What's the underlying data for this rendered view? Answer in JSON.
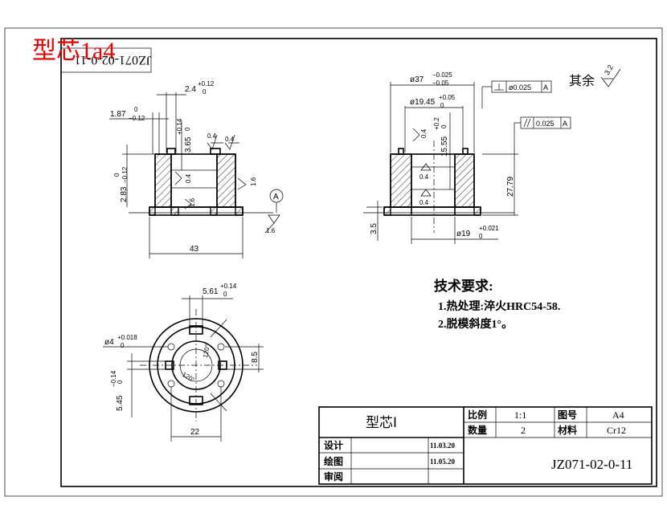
{
  "stamp": "型芯1a4",
  "rotated_code": "JZ071-02-0-11",
  "roughness_other": {
    "label": "其余",
    "value": "3.2"
  },
  "left_view": {
    "dim_24": "2.4",
    "dim_24_tol_up": "+0.12",
    "dim_24_tol_low": "0",
    "dim_187": "1.87",
    "dim_187_tol_up": "0",
    "dim_187_tol_low": "−0.12",
    "dim_365": "3.65",
    "dim_365_tol_up": "+0.14",
    "dim_365_tol_low": "0",
    "dim_283": "2.83",
    "dim_283_tol_up": "0",
    "dim_283_tol_low": "−0.12",
    "dim_43": "43",
    "rough_04a": "0.4",
    "rough_04b": "0.4",
    "rough_04c": "0.4",
    "rough_16a": "1.6",
    "rough_16b": "1.6",
    "rough_16c": "1.6",
    "datum": "A"
  },
  "right_view": {
    "dim_37": "ø37",
    "dim_37_tol_up": "−0.025",
    "dim_37_tol_low": "−0.05",
    "dim_1945": "ø19.45",
    "dim_1945_tol_up": "+0.05",
    "dim_1945_tol_low": "0",
    "dim_1555": "15.55",
    "dim_1555_tol_up": "+0.2",
    "dim_1555_tol_low": "0",
    "dim_279": "27.79",
    "dim_35": "3.5",
    "dim_19": "ø19",
    "dim_19_tol_up": "+0.021",
    "dim_19_tol_low": "0",
    "rough_04a": "0.4",
    "rough_04b": "0.4",
    "rough_04c": "0.4",
    "perp_value": "ø0.025",
    "perp_datum": "A",
    "par_value": "0.025",
    "par_datum": "A"
  },
  "bottom_view": {
    "dim_561": "5.61",
    "dim_561_tol_up": "+0.14",
    "dim_561_tol_low": "0",
    "dim_4": "ø4",
    "dim_4_tol_up": "+0.018",
    "dim_4_tol_low": "0",
    "dim_545": "5.45",
    "dim_545_tol_low": "−0.14",
    "dim_545_tol_up": "0",
    "dim_85": "8.5",
    "dim_22": "22",
    "angle_a": "120°",
    "angle_b": "120°"
  },
  "tech": {
    "heading": "技术要求:",
    "line1": "1.热处理:淬火HRC54-58.",
    "line2": "2.脱模斜度1°。"
  },
  "title_block": {
    "part_name": "型芯Ⅰ",
    "scale_label": "比例",
    "scale_value": "1:1",
    "drawing_no_label": "图号",
    "drawing_no_value": "A4",
    "qty_label": "数量",
    "qty_value": "2",
    "material_label": "材料",
    "material_value": "Cr12",
    "design_label": "设计",
    "design_date": "11.03.20",
    "draw_label": "绘图",
    "draw_date": "11.05.20",
    "review_label": "审阅",
    "code": "JZ071-02-0-11"
  }
}
